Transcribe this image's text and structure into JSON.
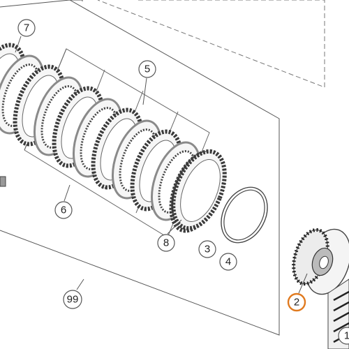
{
  "diagram": {
    "callouts": [
      {
        "id": "c7",
        "label": "7",
        "highlight": false
      },
      {
        "id": "c5",
        "label": "5",
        "highlight": false
      },
      {
        "id": "c6",
        "label": "6",
        "highlight": false
      },
      {
        "id": "c8",
        "label": "8",
        "highlight": false
      },
      {
        "id": "c3",
        "label": "3",
        "highlight": false
      },
      {
        "id": "c4",
        "label": "4",
        "highlight": false
      },
      {
        "id": "c99",
        "label": "99",
        "highlight": false
      },
      {
        "id": "c2",
        "label": "2",
        "highlight": true
      },
      {
        "id": "c1",
        "label": "1",
        "highlight": false
      }
    ],
    "colors": {
      "line": "#555555",
      "plate_dark": "#3a3a3a",
      "plate_mid": "#8a8a8a",
      "highlight": "#e07a1f"
    }
  }
}
